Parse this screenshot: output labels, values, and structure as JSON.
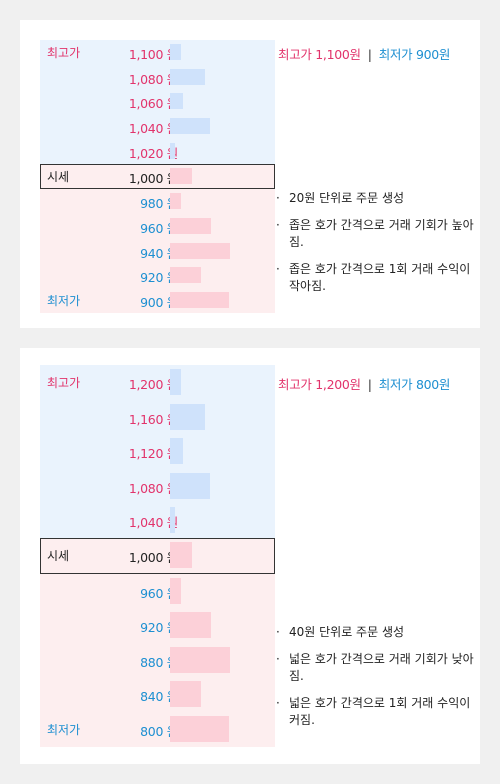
{
  "panel1": {
    "summary": {
      "high": "최고가 1,100원",
      "sep": "|",
      "low": "최저가 900원"
    },
    "high_label": "최고가",
    "low_label": "최저가",
    "current_label": "시세",
    "sell_rows": [
      {
        "price": "1,100 원",
        "volume": 0.19
      },
      {
        "price": "1,080 원",
        "volume": 0.59
      },
      {
        "price": "1,060 원",
        "volume": 0.21
      },
      {
        "price": "1,040 원",
        "volume": 0.66
      },
      {
        "price": "1,020 원",
        "volume": 0.09
      }
    ],
    "current": {
      "price": "1,000 원",
      "volume": 0.36
    },
    "buy_rows": [
      {
        "price": "980 원",
        "volume": 0.19
      },
      {
        "price": "960 원",
        "volume": 0.69
      },
      {
        "price": "940 원",
        "volume": 1.0
      },
      {
        "price": "920 원",
        "volume": 0.52
      },
      {
        "price": "900 원",
        "volume": 0.98
      }
    ],
    "notes": [
      {
        "bullet": "·",
        "text": "20원 단위로 주문 생성"
      },
      {
        "bullet": "·",
        "text": "좁은 호가 간격으로 거래 기회가 높아짐."
      },
      {
        "bullet": "·",
        "text": "좁은 호가 간격으로 1회  거래 수익이 작아짐."
      }
    ]
  },
  "panel2": {
    "summary": {
      "high": "최고가 1,200원",
      "sep": "|",
      "low": "최저가 800원"
    },
    "high_label": "최고가",
    "low_label": "최저가",
    "current_label": "시세",
    "sell_rows": [
      {
        "price": "1,200 원",
        "volume": 0.19
      },
      {
        "price": "1,160 원",
        "volume": 0.59
      },
      {
        "price": "1,120 원",
        "volume": 0.21
      },
      {
        "price": "1,080 원",
        "volume": 0.66
      },
      {
        "price": "1,040 원",
        "volume": 0.09
      }
    ],
    "current": {
      "price": "1,000 원",
      "volume": 0.36
    },
    "buy_rows": [
      {
        "price": "960 원",
        "volume": 0.19
      },
      {
        "price": "920 원",
        "volume": 0.69
      },
      {
        "price": "880 원",
        "volume": 1.0
      },
      {
        "price": "840 원",
        "volume": 0.52
      },
      {
        "price": "800 원",
        "volume": 0.98
      }
    ],
    "notes": [
      {
        "bullet": "·",
        "text": "40원 단위로 주문 생성"
      },
      {
        "bullet": "·",
        "text": "넓은 호가 간격으로 거래 기회가 낮아짐."
      },
      {
        "bullet": "·",
        "text": "넓은 호가 간격으로 1회  거래 수익이 커짐."
      }
    ]
  }
}
